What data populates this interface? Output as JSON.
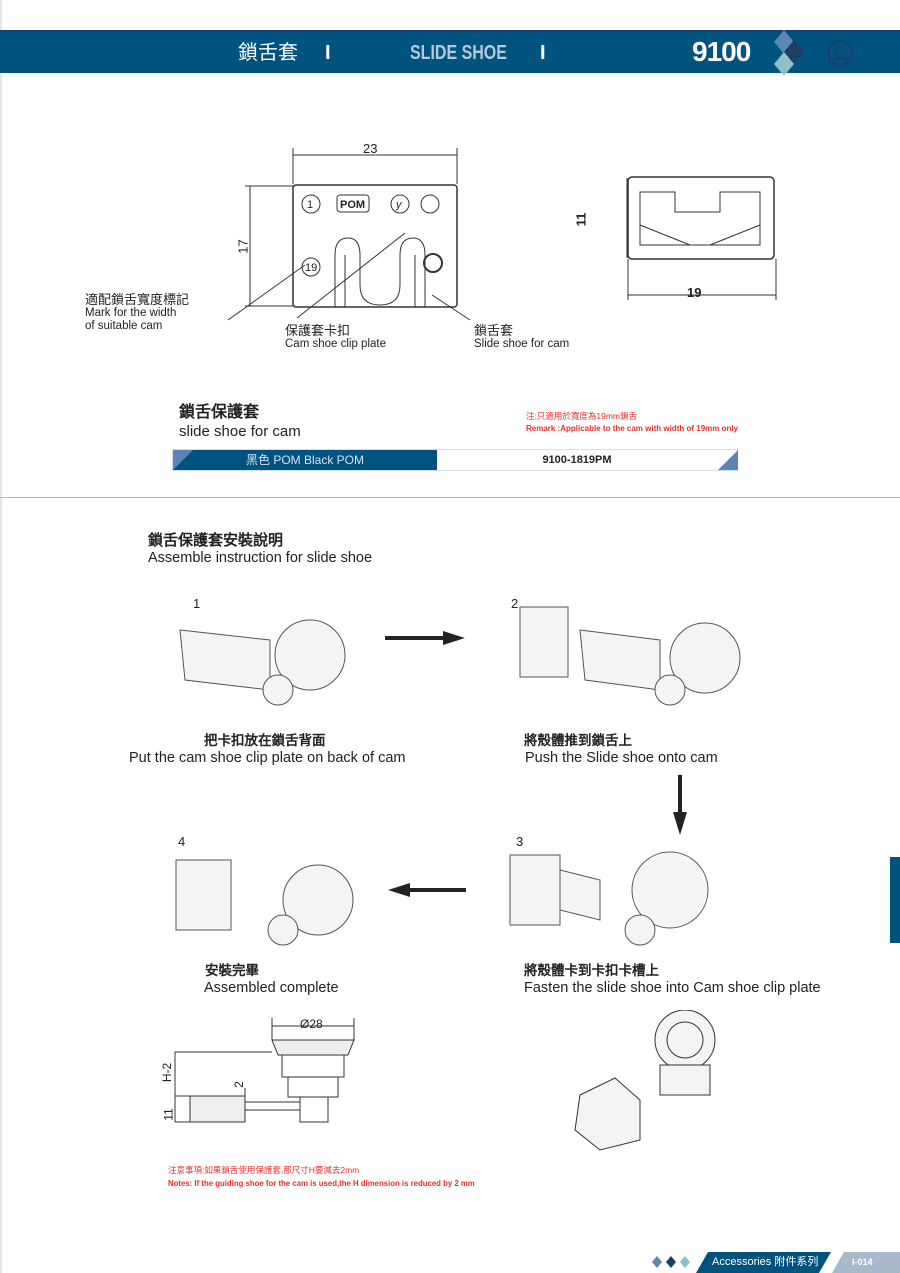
{
  "header": {
    "title_cn": "鎖舌套",
    "sep": "I",
    "title_en": "SLIDE SHOE",
    "model": "9100",
    "colors": {
      "bar": "#00527f",
      "accent1": "#5b86b3",
      "accent2": "#1d3e66",
      "accent3": "#8fc0c4"
    }
  },
  "drawing": {
    "dim_width": "23",
    "dim_height": "17",
    "dim_side_height": "11",
    "dim_side_width": "19",
    "marks": {
      "one": "1",
      "pom": "POM",
      "y": "y",
      "nineteen": "19"
    },
    "callouts": [
      {
        "cn": "適配鎖舌寬度標記",
        "en1": "Mark for the width",
        "en2": "of suitable cam"
      },
      {
        "cn": "保護套卡扣",
        "en": "Cam shoe clip plate"
      },
      {
        "cn": "鎖舌套",
        "en": "Slide shoe for cam"
      }
    ]
  },
  "product": {
    "title_cn": "鎖舌保護套",
    "title_en": "slide shoe for cam",
    "remark_cn": "注:只適用於寬度為19mm鎖舌",
    "remark_en": "Remark :Applicable to the cam with width of 19mm only",
    "color_label": "黑色 POM Black POM",
    "part_number": "9100-1819PM"
  },
  "instructions": {
    "title_cn": "鎖舌保護套安裝說明",
    "title_en": "Assemble instruction for slide shoe",
    "steps": [
      {
        "num": "1",
        "cn": "把卡扣放在鎖舌背面",
        "en": "Put the cam shoe clip plate on back of cam"
      },
      {
        "num": "2",
        "cn": "將殼體推到鎖舌上",
        "en": "Push the Slide shoe onto cam"
      },
      {
        "num": "3",
        "cn": "將殼體卡到卡扣卡槽上",
        "en": "Fasten the slide shoe into Cam shoe clip plate"
      },
      {
        "num": "4",
        "cn": "安裝完畢",
        "en": "Assembled complete"
      }
    ]
  },
  "dimension_drawing": {
    "diameter": "Ø28",
    "h": "H-2",
    "two": "2",
    "eleven": "11"
  },
  "notes": {
    "cn": "注意事項:如果鎖舌使用保護套,那尺寸H要減去2mm",
    "en": "Notes:  If the guiding shoe for the cam is used,the H dimension is reduced by 2 mm"
  },
  "footer": {
    "section": "Accessories 附件系列",
    "page": "I-014"
  }
}
